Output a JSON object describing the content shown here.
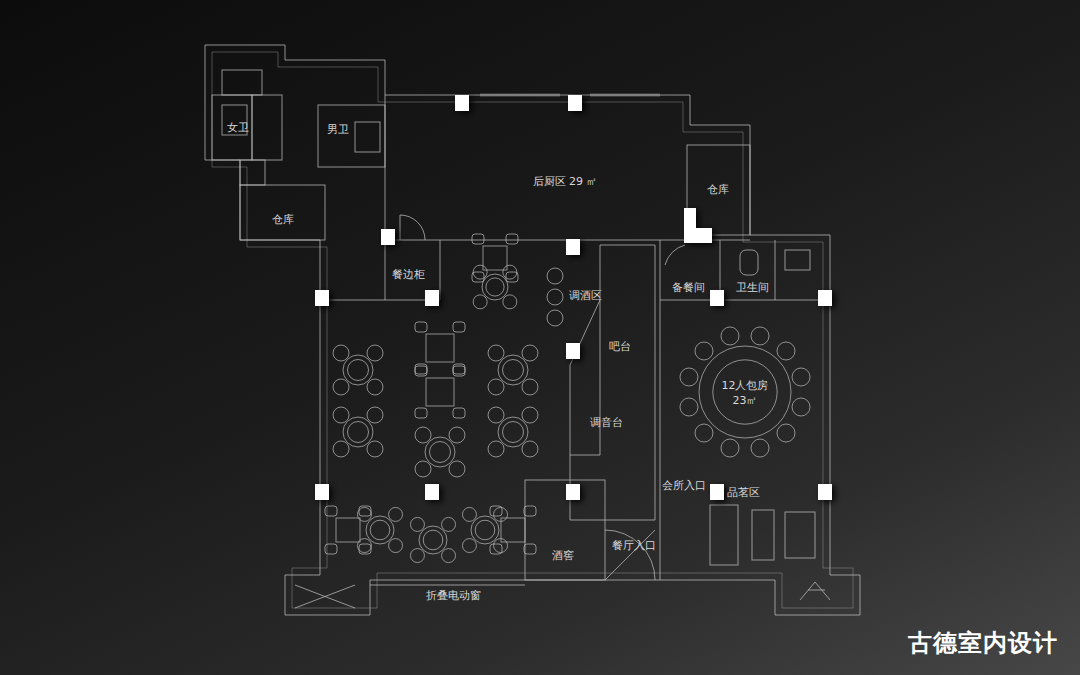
{
  "diagram": {
    "labels": [
      "女卫",
      "男卫",
      "仓库",
      "后厨区 29 ㎡",
      "仓库",
      "餐边柜",
      "调酒区",
      "吧台",
      "调音台",
      "备餐间",
      "卫生间",
      "12人包房",
      "23㎡",
      "会所入口",
      "品茗区",
      "酒窖",
      "餐厅入口",
      "折叠电动窗",
      "古德室内设计"
    ]
  }
}
